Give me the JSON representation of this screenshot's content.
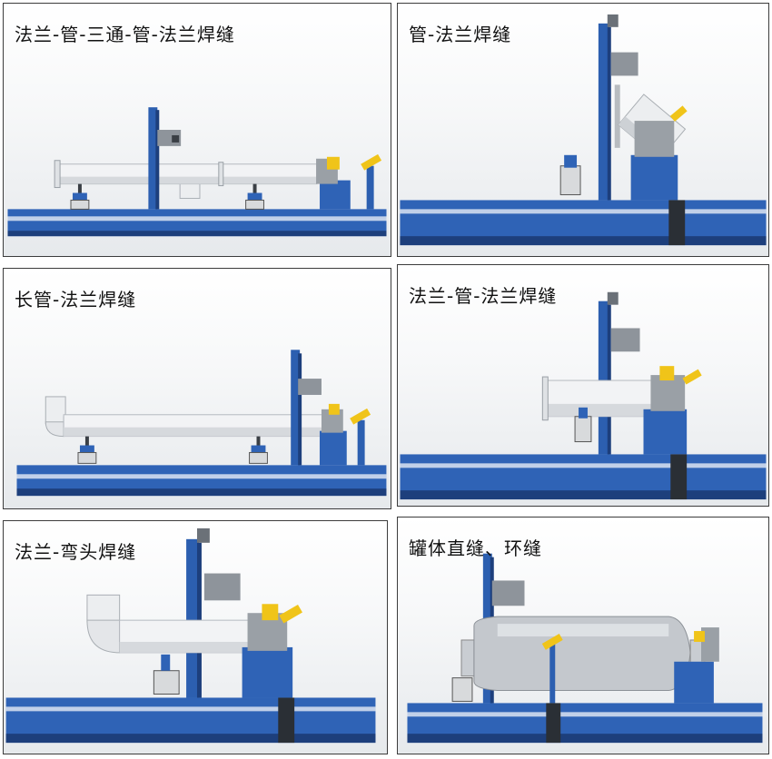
{
  "colors": {
    "rail_blue": "#2f63b6",
    "rail_dark": "#1d3f7c",
    "column_blue": "#2c5fb0",
    "pipe_light": "#f2f3f5",
    "pipe_shade": "#c9cdd2",
    "torch_yellow": "#f0c419",
    "head_gray": "#8e949b",
    "background": "#ffffff"
  },
  "panels": [
    {
      "title": "法兰-管-三通-管-法兰焊缝",
      "image": "flange-pipe-tee-pipe-flange-scene"
    },
    {
      "title": "管-法兰焊缝",
      "image": "pipe-flange-scene"
    },
    {
      "title": "长管-法兰焊缝",
      "image": "long-pipe-flange-scene"
    },
    {
      "title": "法兰-管-法兰焊缝",
      "image": "flange-pipe-flange-scene"
    },
    {
      "title": "法兰-弯头焊缝",
      "image": "flange-elbow-scene"
    },
    {
      "title": "罐体直缝、环缝",
      "image": "tank-seam-scene"
    }
  ]
}
